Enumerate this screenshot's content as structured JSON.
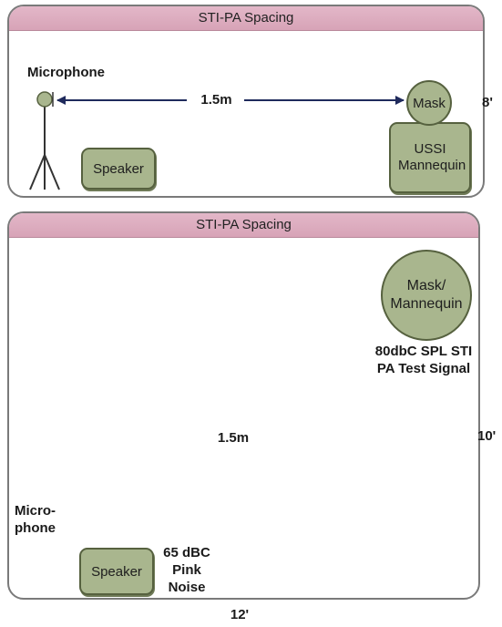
{
  "top": {
    "title": "STI-PA Spacing",
    "microphone_label": "Microphone",
    "distance_label": "1.5m",
    "mask_label": "Mask",
    "mannequin_label": "USSI Mannequin",
    "speaker_label": "Speaker",
    "height_label": "8'"
  },
  "bottom": {
    "title": "STI-PA Spacing",
    "mask_mannequin_label": "Mask/ Mannequin",
    "signal_label": "80dbC SPL STI PA Test Signal",
    "distance_label": "1.5m",
    "height_label": "10'",
    "microphone_label": "Micro- phone",
    "speaker_label": "Speaker",
    "noise_label": "65 dBC Pink Noise",
    "width_label": "12'"
  },
  "colors": {
    "fill": "#a9b68e",
    "outline": "#56613f",
    "arrow": "#1f2a5c",
    "header": "#d7a3b7"
  }
}
